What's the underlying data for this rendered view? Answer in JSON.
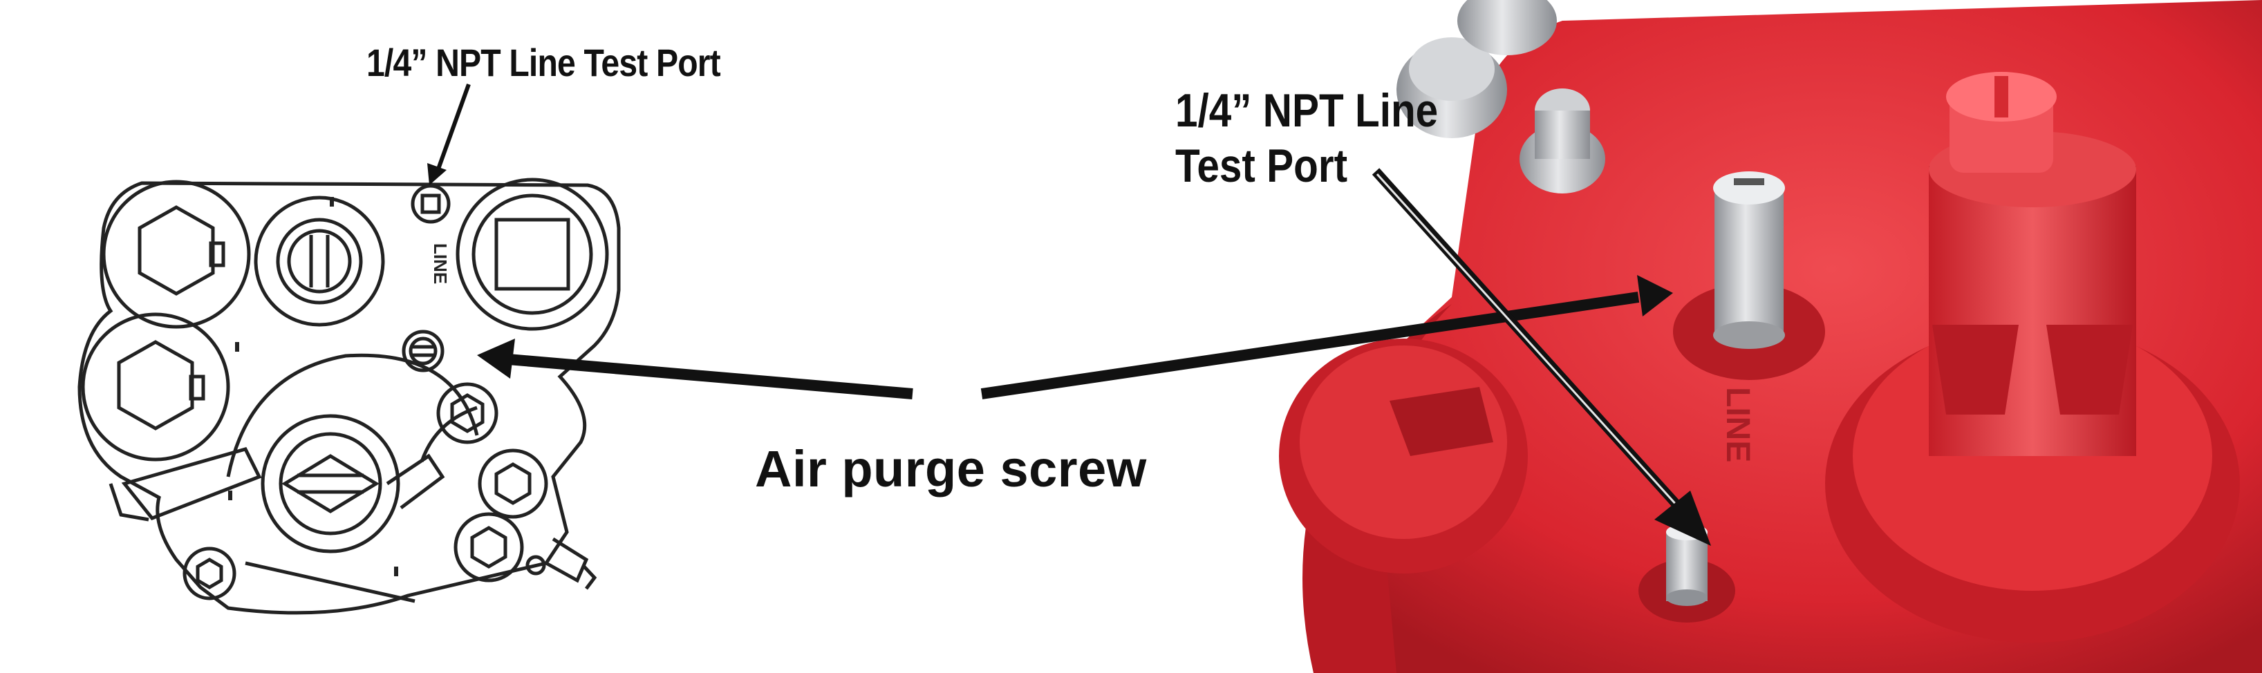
{
  "labels": {
    "test_port_left": "1/4” NPT Line Test Port",
    "test_port_right_line1": "1/4” NPT Line",
    "test_port_right_line2": "Test Port",
    "air_purge": "Air purge screw",
    "line_mark_drawing": "LINE",
    "line_mark_photo": "LINE"
  },
  "colors": {
    "ink": "#111111",
    "pump_red": "#d9252f",
    "pump_red_dark": "#a81820",
    "pump_red_light": "#ee5a5f",
    "steel": "#bfc2c6"
  },
  "icons": {
    "left_figure": "pump-line-drawing",
    "right_figure": "red-pump-photo"
  }
}
